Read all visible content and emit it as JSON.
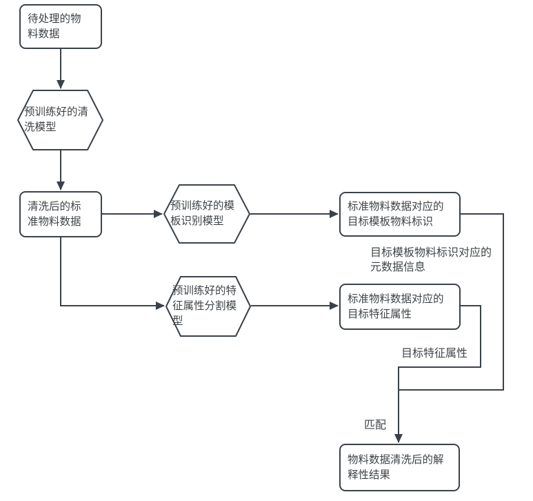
{
  "colors": {
    "stroke": "#3a4149",
    "text": "#3f4447",
    "background": "#ffffff"
  },
  "nodes": {
    "pending": {
      "shape": "rectangle",
      "text": "待处理的物料数据",
      "lines": [
        "待处理的物",
        "料数据"
      ]
    },
    "cleaning_model": {
      "shape": "hexagon",
      "text": "预训练好的清洗模型",
      "lines": [
        "预训练好的清",
        "洗模型"
      ]
    },
    "cleaned_data": {
      "shape": "rectangle",
      "text": "清洗后的标准物料数据",
      "lines": [
        "清洗后的标",
        "准物料数据"
      ]
    },
    "template_model": {
      "shape": "hexagon",
      "text": "预训练好的模板识别模型",
      "lines": [
        "预训练好的模",
        "板识别模型"
      ]
    },
    "feature_model": {
      "shape": "hexagon",
      "text": "预训练好的特征属性分割模型",
      "lines": [
        "预训练好的特",
        "征属性分割模",
        "型"
      ]
    },
    "target_template_id": {
      "shape": "rectangle",
      "text": "标准物料数据对应的目标模板物料标识",
      "lines": [
        "标准物料数据对应的",
        "目标模板物料标识"
      ]
    },
    "target_features": {
      "shape": "rectangle",
      "text": "标准物料数据对应的目标特征属性",
      "lines": [
        "标准物料数据对应的",
        "目标特征属性"
      ]
    },
    "result": {
      "shape": "rectangle",
      "text": "物料数据清洗后的解释性结果",
      "lines": [
        "物料数据清洗后的解",
        "释性结果"
      ]
    }
  },
  "edge_labels": {
    "metadata_info": {
      "text": "目标模板物料标识对应的元数据信息",
      "lines": [
        "目标模板物料标识对应的",
        "元数据信息"
      ]
    },
    "target_feature_attr": {
      "text": "目标特征属性"
    },
    "match": {
      "text": "匹配"
    }
  }
}
